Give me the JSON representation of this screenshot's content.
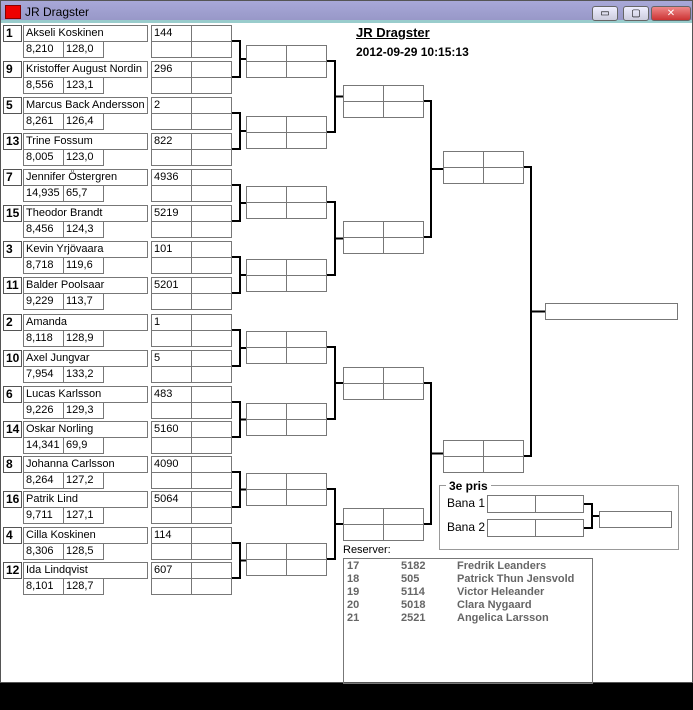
{
  "window": {
    "title": "JR Dragster",
    "minimize": "▭",
    "maximize": "▢",
    "close": "✕"
  },
  "header": {
    "title": "JR Dragster",
    "datetime": "2012-09-29 10:15:13"
  },
  "racers": [
    {
      "seed": "1",
      "name": "Akseli Koskinen",
      "et": "8,210",
      "speed": "128,0",
      "number": "144"
    },
    {
      "seed": "9",
      "name": "Kristoffer August Nordin",
      "et": "8,556",
      "speed": "123,1",
      "number": "296"
    },
    {
      "seed": "5",
      "name": "Marcus Back Andersson",
      "et": "8,261",
      "speed": "126,4",
      "number": "2"
    },
    {
      "seed": "13",
      "name": "Trine Fossum",
      "et": "8,005",
      "speed": "123,0",
      "number": "822"
    },
    {
      "seed": "7",
      "name": "Jennifer Östergren",
      "et": "14,935",
      "speed": "65,7",
      "number": "4936"
    },
    {
      "seed": "15",
      "name": "Theodor Brandt",
      "et": "8,456",
      "speed": "124,3",
      "number": "5219"
    },
    {
      "seed": "3",
      "name": "Kevin Yrjövaara",
      "et": "8,718",
      "speed": "119,6",
      "number": "101"
    },
    {
      "seed": "11",
      "name": "Balder Poolsaar",
      "et": "9,229",
      "speed": "113,7",
      "number": "5201"
    },
    {
      "seed": "2",
      "name": "Amanda",
      "et": "8,118",
      "speed": "128,9",
      "number": "1"
    },
    {
      "seed": "10",
      "name": "Axel Jungvar",
      "et": "7,954",
      "speed": "133,2",
      "number": "5"
    },
    {
      "seed": "6",
      "name": "Lucas Karlsson",
      "et": "9,226",
      "speed": "129,3",
      "number": "483"
    },
    {
      "seed": "14",
      "name": "Oskar Norling",
      "et": "14,341",
      "speed": "69,9",
      "number": "5160"
    },
    {
      "seed": "8",
      "name": "Johanna Carlsson",
      "et": "8,264",
      "speed": "127,2",
      "number": "4090"
    },
    {
      "seed": "16",
      "name": "Patrik Lind",
      "et": "9,711",
      "speed": "127,1",
      "number": "5064"
    },
    {
      "seed": "4",
      "name": "Cilla Koskinen",
      "et": "8,306",
      "speed": "128,5",
      "number": "114"
    },
    {
      "seed": "12",
      "name": "Ida Lindqvist",
      "et": "8,101",
      "speed": "128,7",
      "number": "607"
    }
  ],
  "third_place": {
    "label": "3e pris",
    "lane1": "Bana 1",
    "lane2": "Bana 2"
  },
  "reserves": {
    "label": "Reserver:",
    "items": [
      {
        "seed": "17",
        "number": "5182",
        "name": "Fredrik Leanders"
      },
      {
        "seed": "18",
        "number": "505",
        "name": "Patrick Thun Jensvold"
      },
      {
        "seed": "19",
        "number": "5114",
        "name": "Victor Heleander"
      },
      {
        "seed": "20",
        "number": "5018",
        "name": "Clara Nygaard"
      },
      {
        "seed": "21",
        "number": "2521",
        "name": "Angelica Larsson"
      }
    ]
  }
}
